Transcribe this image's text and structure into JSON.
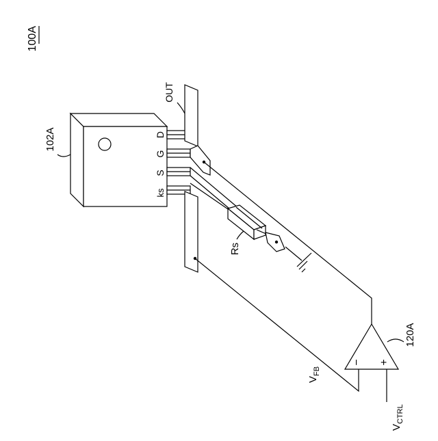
{
  "figure": {
    "figure_label": "100A",
    "device_label": "102A",
    "amplifier_label": "120A",
    "pins": {
      "drain": "D",
      "gate": "G",
      "source": "S",
      "kelvin_source": "ks"
    },
    "output_label": "OUT",
    "resistor_label": "Rs",
    "feedback_label": {
      "main": "V",
      "sub": "FB"
    },
    "control_label": {
      "main": "V",
      "sub": "CTRL"
    },
    "amp_minus": "−",
    "amp_plus": "+"
  }
}
